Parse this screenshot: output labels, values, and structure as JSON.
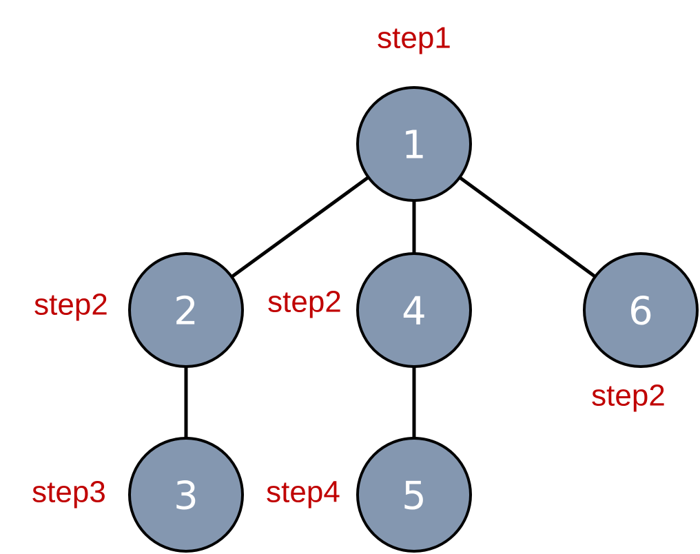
{
  "colors": {
    "node_fill": "#8497b0",
    "node_stroke": "#000000",
    "node_text": "#ffffff",
    "step_text": "#c00000",
    "edge": "#000000"
  },
  "nodes": [
    {
      "id": "1",
      "label": "1"
    },
    {
      "id": "2",
      "label": "2"
    },
    {
      "id": "4",
      "label": "4"
    },
    {
      "id": "6",
      "label": "6"
    },
    {
      "id": "3",
      "label": "3"
    },
    {
      "id": "5",
      "label": "5"
    }
  ],
  "edges": [
    {
      "from": "1",
      "to": "2"
    },
    {
      "from": "1",
      "to": "4"
    },
    {
      "from": "1",
      "to": "6"
    },
    {
      "from": "2",
      "to": "3"
    },
    {
      "from": "4",
      "to": "5"
    }
  ],
  "steps": [
    {
      "node": "1",
      "text": "step1"
    },
    {
      "node": "2",
      "text": "step2"
    },
    {
      "node": "4",
      "text": "step2"
    },
    {
      "node": "6",
      "text": "step2"
    },
    {
      "node": "3",
      "text": "step3"
    },
    {
      "node": "5",
      "text": "step4"
    }
  ]
}
